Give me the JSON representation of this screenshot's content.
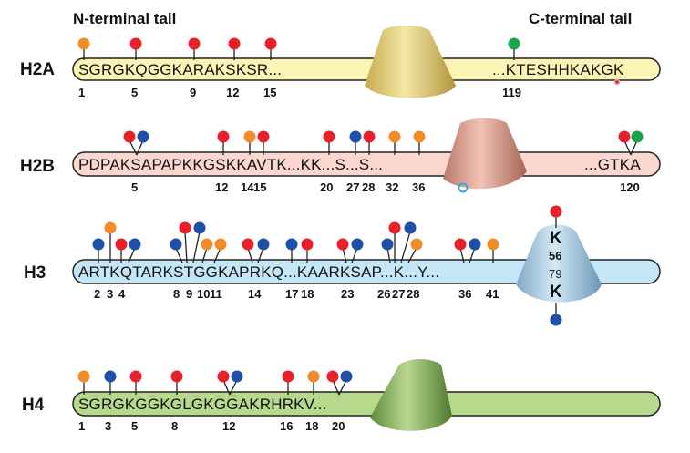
{
  "header": {
    "left": "N-terminal tail",
    "right": "C-terminal tail"
  },
  "colors": {
    "methyl": "#e8202a",
    "acetyl": "#1f4fa8",
    "phospho": "#f28c28",
    "ubiquitin": "#19a34a"
  },
  "histones": [
    {
      "name": "H2A",
      "n_seq": "SGRGKQGGKARAKSKSR...",
      "c_seq": "...KTESHHKAKGK",
      "n_numbers": [
        "1",
        "5",
        "9",
        "12",
        "15"
      ],
      "c_numbers": [
        "119"
      ]
    },
    {
      "name": "H2B",
      "n_seq": "PDPAKSAPAPKKGSKKAVTK...KK...S...S...",
      "c_seq": "...GTKA",
      "n_numbers": [
        "5",
        "12",
        "14",
        "15",
        "20",
        "27",
        "28",
        "32",
        "36"
      ],
      "c_numbers": [
        "120"
      ]
    },
    {
      "name": "H3",
      "n_seq": "ARTKQTARKSTGGKAPRKQ...KAARKSAP...K...Y...",
      "c_seq": "",
      "n_numbers": [
        "2",
        "3",
        "4",
        "8",
        "9",
        "10",
        "11",
        "14",
        "17",
        "18",
        "23",
        "26",
        "27",
        "28",
        "36",
        "41"
      ],
      "core_labels": {
        "top_letter": "K",
        "top_number": "56",
        "bottom_number": "79",
        "bottom_letter": "K"
      }
    },
    {
      "name": "H4",
      "n_seq": "SGRGKGGKGLGKGGAKRHRKV...",
      "c_seq": "",
      "n_numbers": [
        "1",
        "3",
        "5",
        "8",
        "12",
        "16",
        "18",
        "20"
      ]
    }
  ]
}
